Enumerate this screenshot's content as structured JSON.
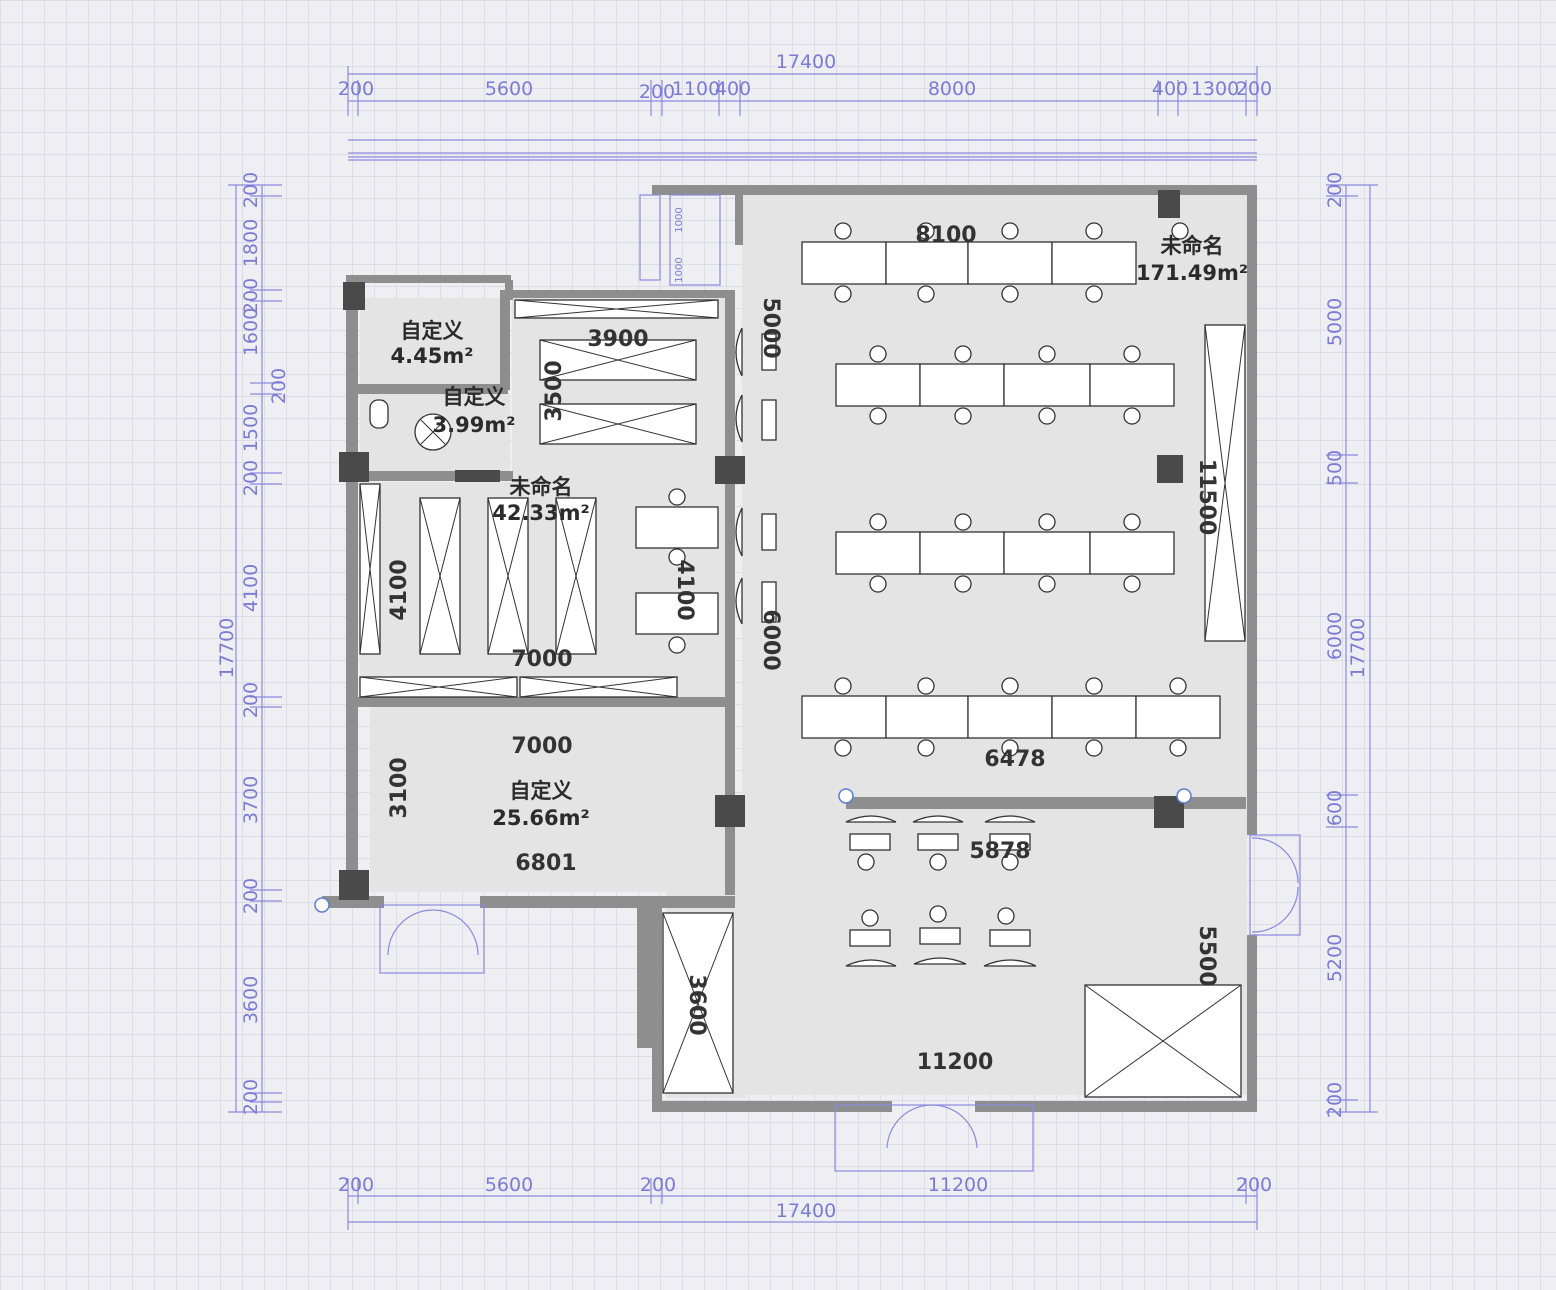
{
  "dimensions": {
    "top_total": "17400",
    "top_segments": [
      "200",
      "5600",
      "200",
      "1100",
      "400",
      "8000",
      "400",
      "1300",
      "200"
    ],
    "bottom_total": "17400",
    "bottom_segments": [
      "200",
      "5600",
      "200",
      "11200",
      "200"
    ],
    "left_total": "17700",
    "left_segments": [
      "200",
      "1800",
      "200",
      "1600",
      "200",
      "1500",
      "200",
      "4100",
      "200",
      "3700",
      "200",
      "3600",
      "200"
    ],
    "right_total": "17700",
    "right_segments": [
      "200",
      "5000",
      "500",
      "6000",
      "600",
      "5200",
      "200"
    ]
  },
  "rooms": [
    {
      "name": "自定义",
      "area": "4.45m²"
    },
    {
      "name": "自定义",
      "area": "3.99m²"
    },
    {
      "name": "未命名",
      "area": "42.33m²"
    },
    {
      "name": "自定义",
      "area": "25.66m²"
    },
    {
      "name": "未命名",
      "area": "171.49m²"
    }
  ],
  "inner_dimensions": {
    "d_8100": "8100",
    "d_3900": "3900",
    "d_3500": "3500",
    "d_5000": "5000",
    "d_4100_left": "4100",
    "d_4100_right": "4100",
    "d_7000_a": "7000",
    "d_7000_b": "7000",
    "d_6000": "6000",
    "d_11500": "11500",
    "d_6478": "6478",
    "d_3100": "3100",
    "d_6801": "6801",
    "d_5878": "5878",
    "d_5500": "5500",
    "d_3600": "3600",
    "d_11200": "11200",
    "d_1000_a": "1000",
    "d_1000_b": "1000"
  },
  "colors": {
    "dimension": "#7b7bd6",
    "wall": "#8e8e8e",
    "column": "#4a4a4a",
    "floor": "#e4e4e4"
  }
}
